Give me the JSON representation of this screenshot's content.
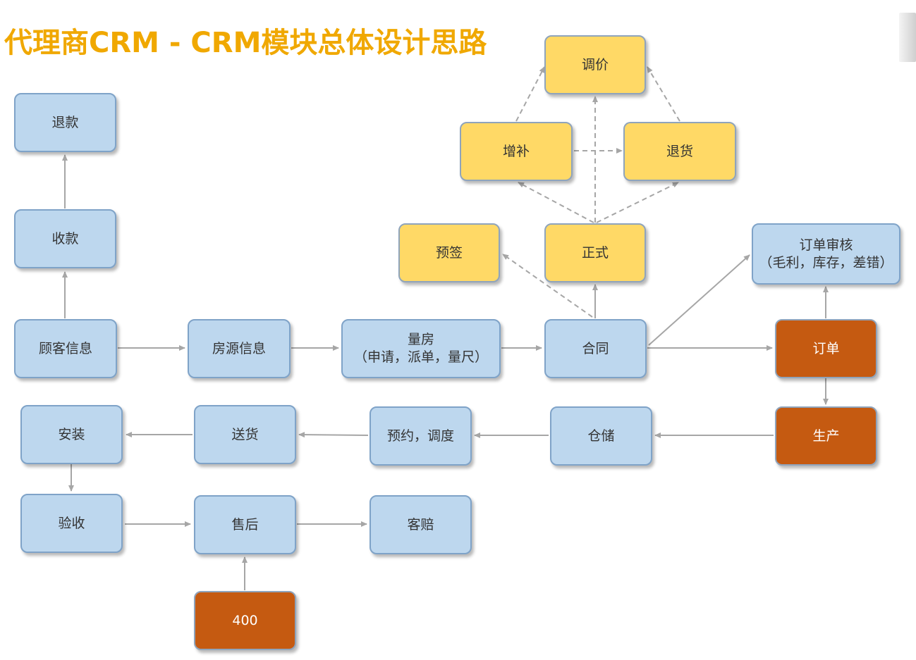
{
  "title": "代理商CRM - CRM模块总体设计思路",
  "colors": {
    "title": "#F0A800",
    "blue_fill": "#BDD7EE",
    "yellow_fill": "#FFD966",
    "orange_fill": "#C55A11",
    "arrow": "#A6A6A6"
  },
  "nodes": {
    "tuikuan": "退款",
    "shoukuan": "收款",
    "guke": "顾客信息",
    "fangyuan": "房源信息",
    "liangfang": "量房\n（申请，派单，量尺）",
    "hetong": "合同",
    "dingdan": "订单",
    "shenhe": "订单审核\n（毛利，库存，差错）",
    "yuqian": "预签",
    "zhengshi": "正式",
    "zengbu": "增补",
    "tuihuo": "退货",
    "tiaojia": "调价",
    "shengchan": "生产",
    "cangchu": "仓储",
    "yuyue": "预约，调度",
    "songhuo": "送货",
    "anzhuang": "安装",
    "yanshou": "验收",
    "shouhou": "售后",
    "kepei": "客赔",
    "hotline": "400"
  }
}
